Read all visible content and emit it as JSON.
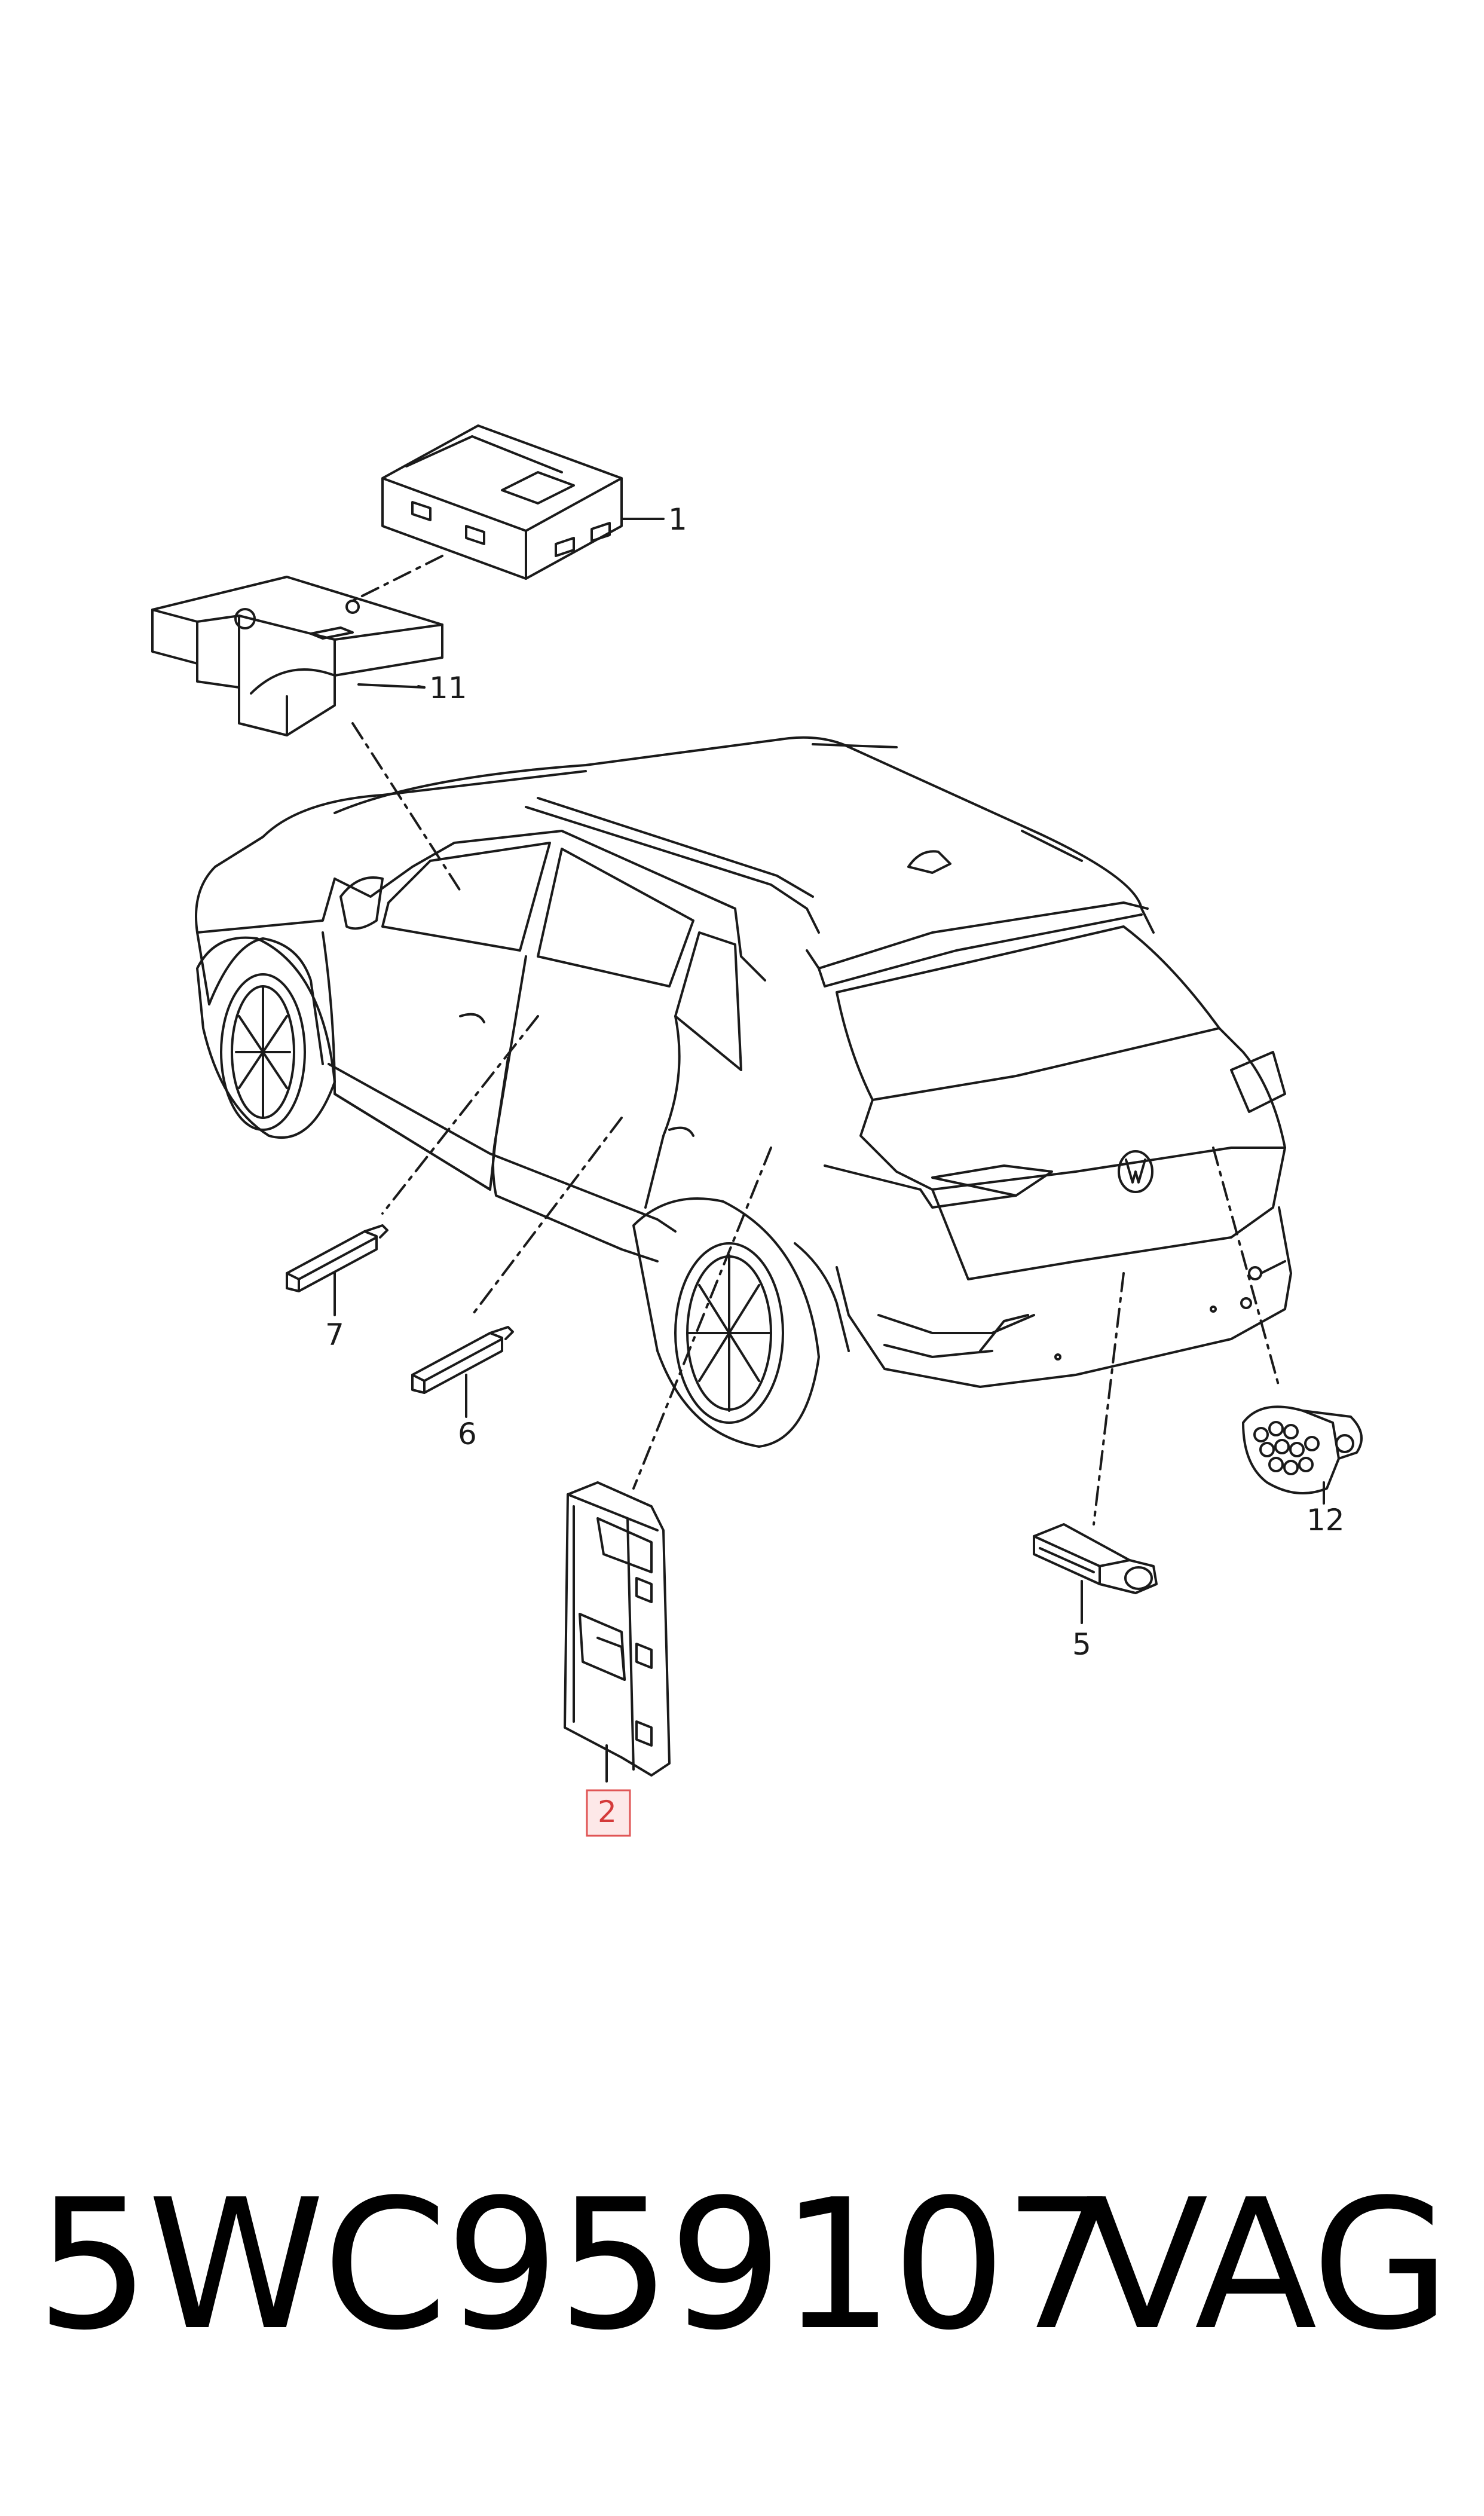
{
  "callouts": {
    "c1": "1",
    "c2": "2",
    "c5": "5",
    "c6": "6",
    "c7": "7",
    "c11": "11",
    "c12": "12"
  },
  "highlighted_callout": "2",
  "footer": {
    "part_number": "5WC959107",
    "brand": "VAG"
  },
  "colors": {
    "line": "#1a1a1a",
    "highlight": "#e05555",
    "highlight_fill": "#fde8e8"
  }
}
